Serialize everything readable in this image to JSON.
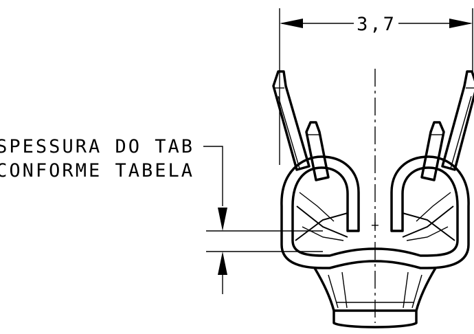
{
  "drawing": {
    "dimension_top": "3,7",
    "note_line1": "ESPESSURA DO TAB",
    "note_line2": "CONFORME TABELA",
    "center_mark": "+"
  },
  "colors": {
    "ink": "#000000",
    "background": "#ffffff"
  }
}
